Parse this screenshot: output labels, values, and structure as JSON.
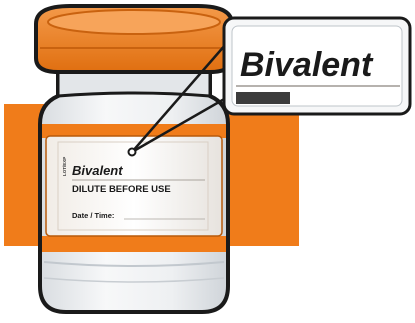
{
  "vial_label": {
    "title": "Bivalent",
    "instruction": "DILUTE BEFORE USE",
    "date_time_field": "Date / Time:",
    "side_text": "LOT/EXP"
  },
  "zoom_callout": {
    "text": "Bivalent"
  },
  "colors": {
    "cap": "#f07c1a",
    "band": "#f07c1a",
    "outline": "#1a1a1a",
    "glass": "#e9ecef"
  },
  "icons": [
    "vial-illustration",
    "magnifier-callout"
  ]
}
